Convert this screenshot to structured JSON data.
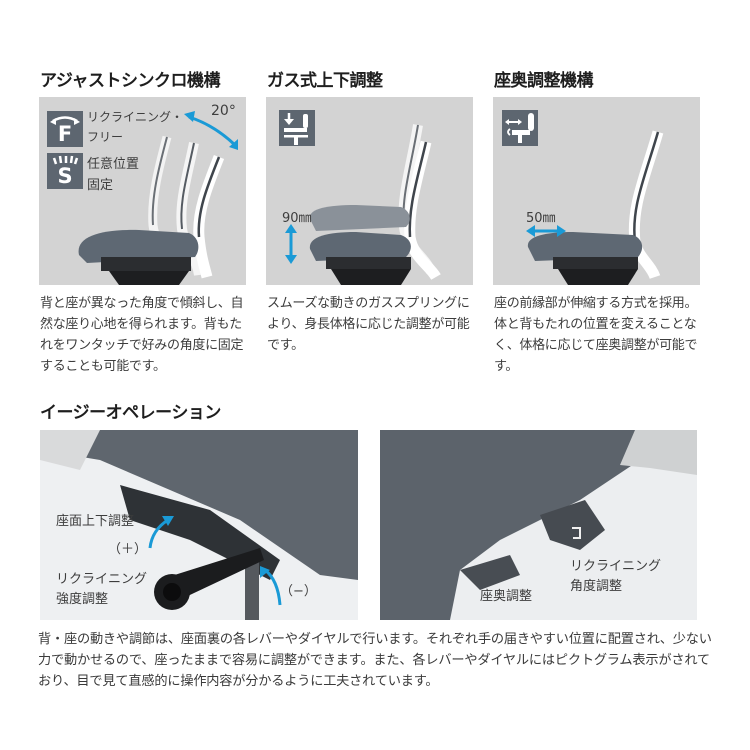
{
  "features": [
    {
      "title": "アジャストシンクロ機構",
      "labels": {
        "mode_f_line1": "リクライニング・",
        "mode_f_line2": "フリー",
        "mode_s_line1": "任意位置",
        "mode_s_line2": "固定",
        "angle": "20°",
        "icon_f_letter": "F",
        "icon_s_letter": "S"
      },
      "description": "背と座が異なった角度で傾斜し、自然な座り心地を得られます。背もたれをワンタッチで好みの角度に固定することも可能です。"
    },
    {
      "title": "ガス式上下調整",
      "labels": {
        "measure": "90㎜"
      },
      "description": "スムーズな動きのガススプリングにより、身長体格に応じた調整が可能です。"
    },
    {
      "title": "座奥調整機構",
      "labels": {
        "measure": "50㎜"
      },
      "description": "座の前縁部が伸縮する方式を採用。体と背もたれの位置を変えることなく、体格に応じて座奥調整が可能です。"
    }
  ],
  "easy_operation": {
    "title": "イージーオペレーション",
    "photo_left": {
      "label_seat_height": "座面上下調整",
      "label_plus": "（＋）",
      "label_recline_1": "リクライニング",
      "label_recline_2": "強度調整",
      "label_minus": "（−）"
    },
    "photo_right": {
      "label_recline_1": "リクライニング",
      "label_recline_2": "角度調整",
      "label_depth": "座奥調整"
    },
    "paragraph": "背・座の動きや調節は、座面裏の各レバーやダイヤルで行います。それぞれ手の届きやすい位置に配置され、少ない力で動かせるので、座ったままで容易に調整ができます。また、各レバーやダイヤルにはピクトグラム表示がされており、目で見て直感的に操作内容が分かるように工夫されています。"
  },
  "colors": {
    "panel_bg": "#d3d3d3",
    "icon_bg": "#5d6670",
    "accent_arrow": "#1a9ad6",
    "seat": "#5a6470",
    "text": "#3a3a3a"
  }
}
